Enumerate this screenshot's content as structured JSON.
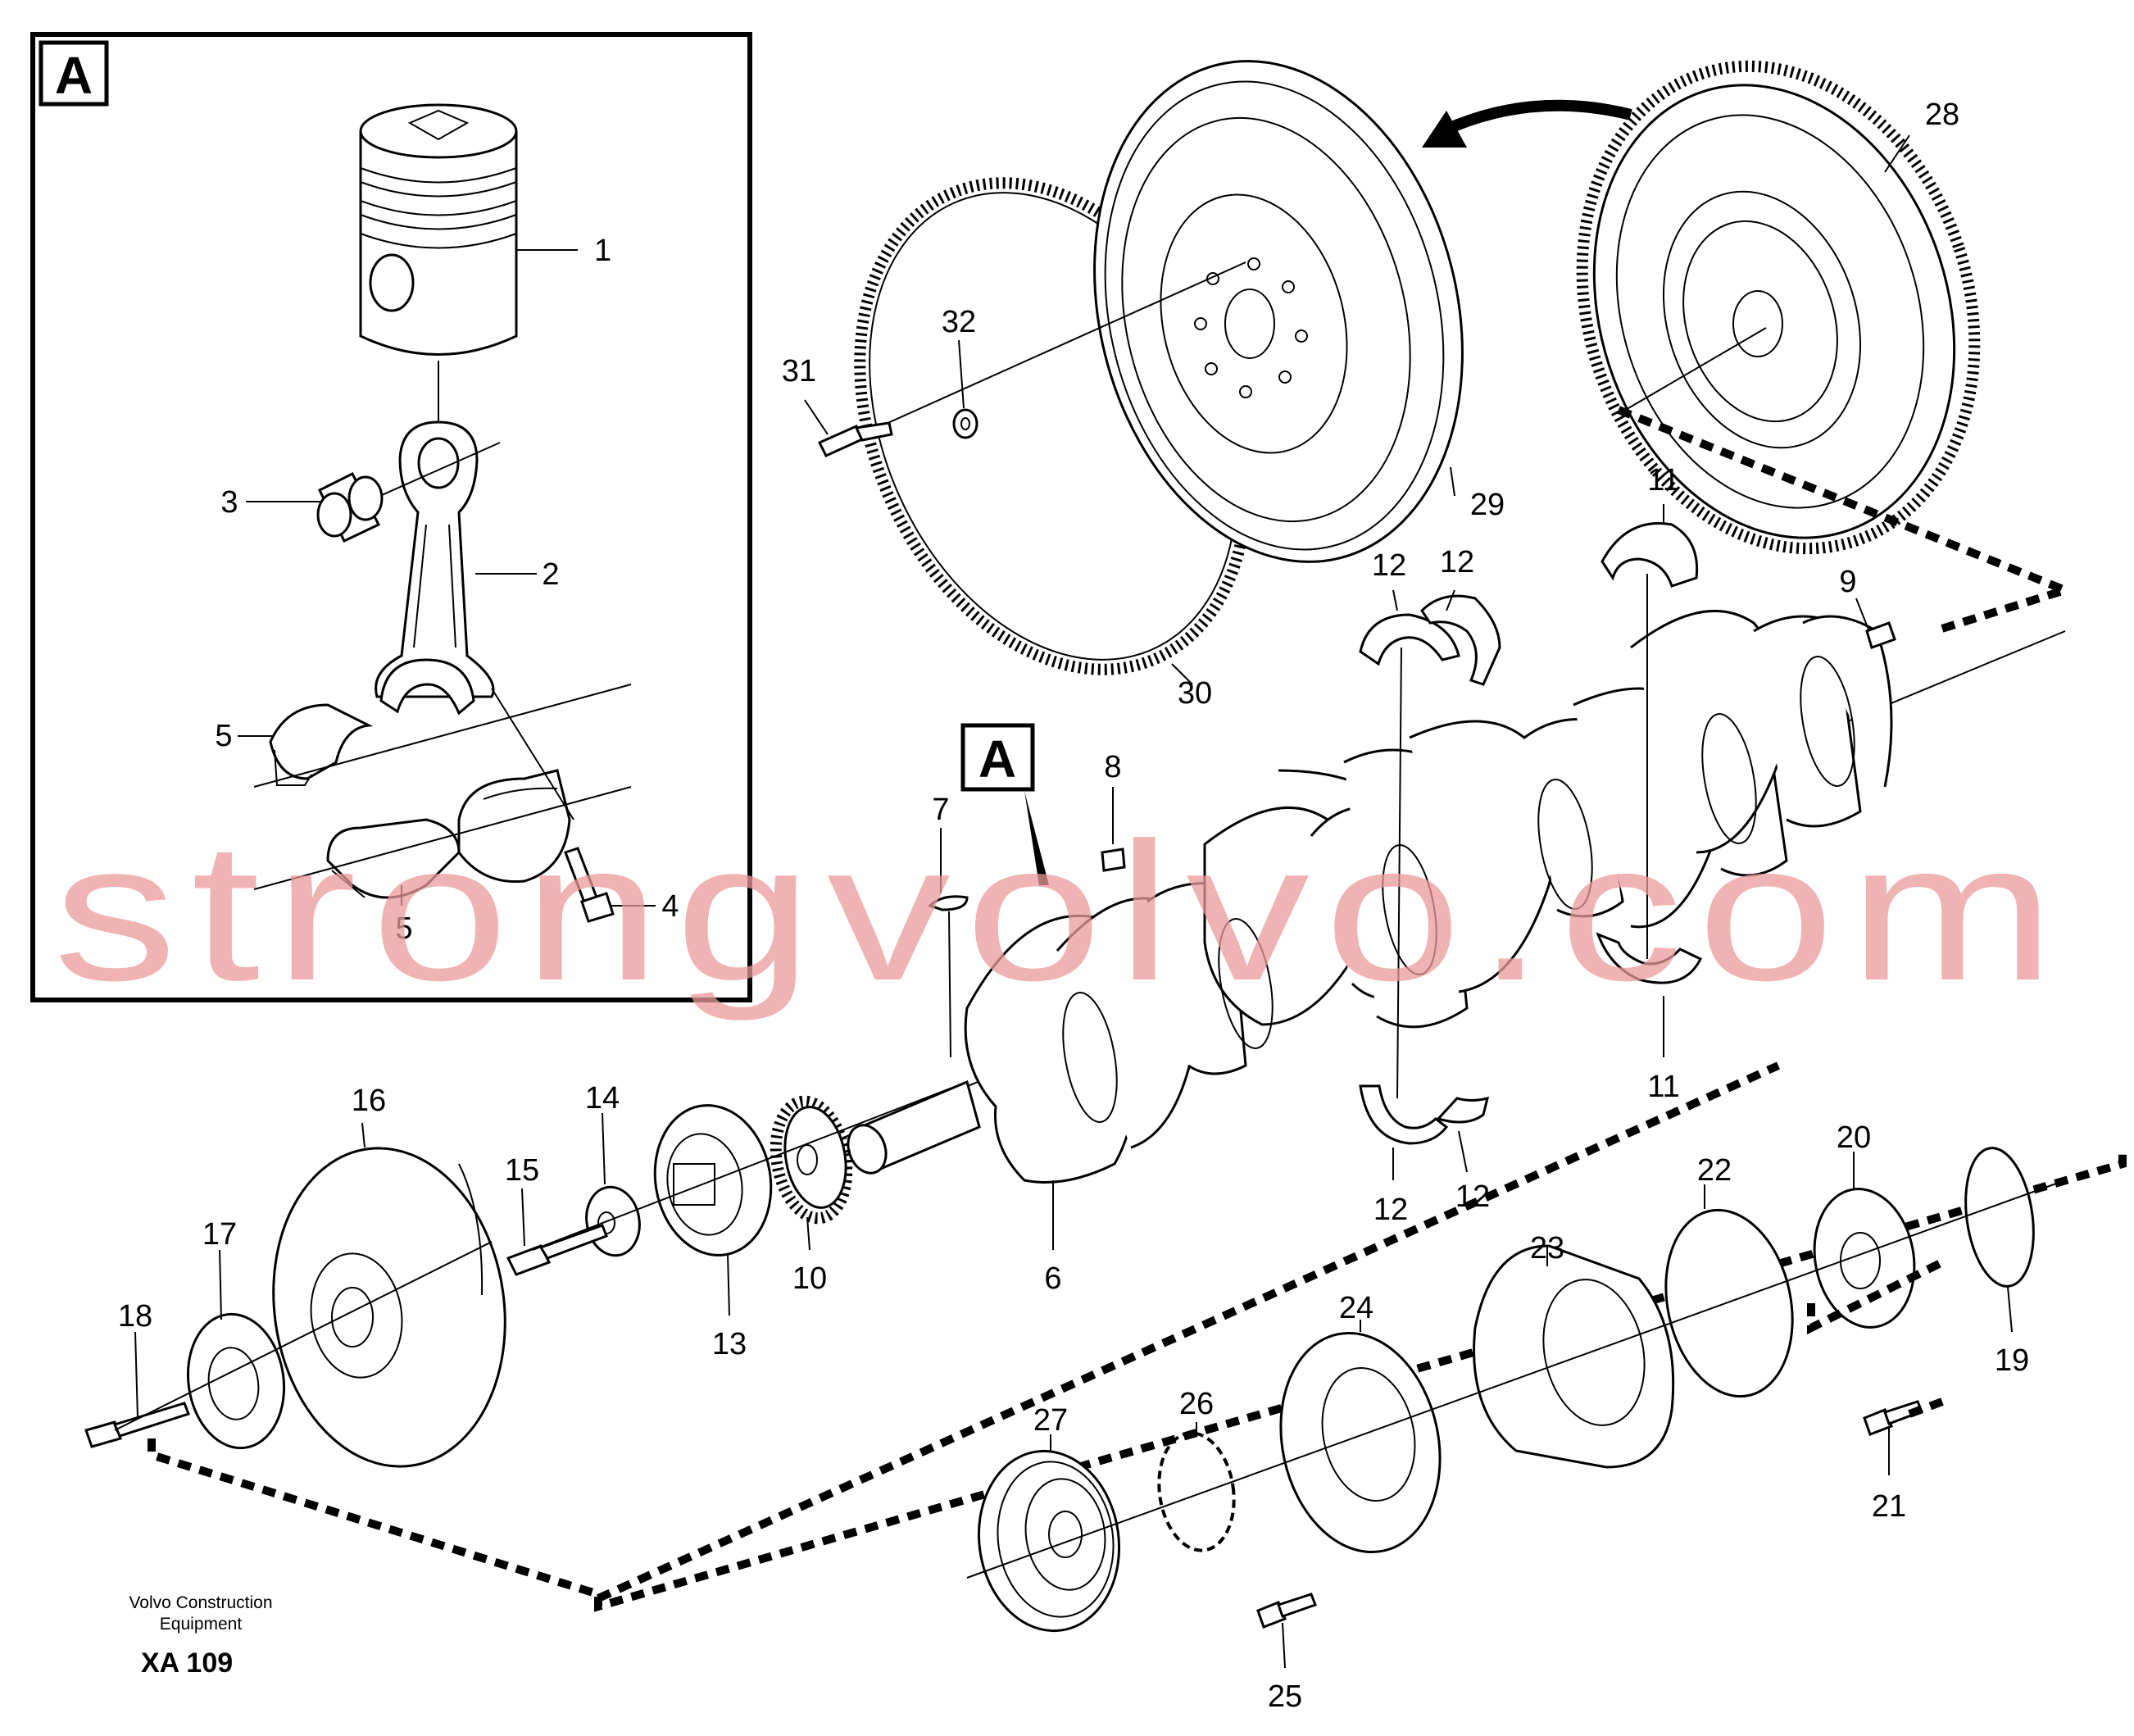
{
  "diagram": {
    "frame_label": "A",
    "section_marker": "A",
    "watermark": "strongvolvo.com",
    "publisher_line1": "Volvo Construction",
    "publisher_line2": "Equipment",
    "drawing_code": "XA 109",
    "callouts": {
      "c1": "1",
      "c2": "2",
      "c3": "3",
      "c4": "4",
      "c5a": "5",
      "c5b": "5",
      "c6": "6",
      "c7": "7",
      "c8": "8",
      "c9": "9",
      "c10": "10",
      "c11a": "11",
      "c11b": "11",
      "c12a": "12",
      "c12b": "12",
      "c12c": "12",
      "c12d": "12",
      "c13": "13",
      "c14": "14",
      "c15": "15",
      "c16": "16",
      "c17": "17",
      "c18": "18",
      "c19": "19",
      "c20": "20",
      "c21": "21",
      "c22": "22",
      "c23": "23",
      "c24": "24",
      "c25": "25",
      "c26": "26",
      "c27": "27",
      "c28": "28",
      "c29": "29",
      "c30": "30",
      "c31": "31",
      "c32": "32"
    }
  }
}
